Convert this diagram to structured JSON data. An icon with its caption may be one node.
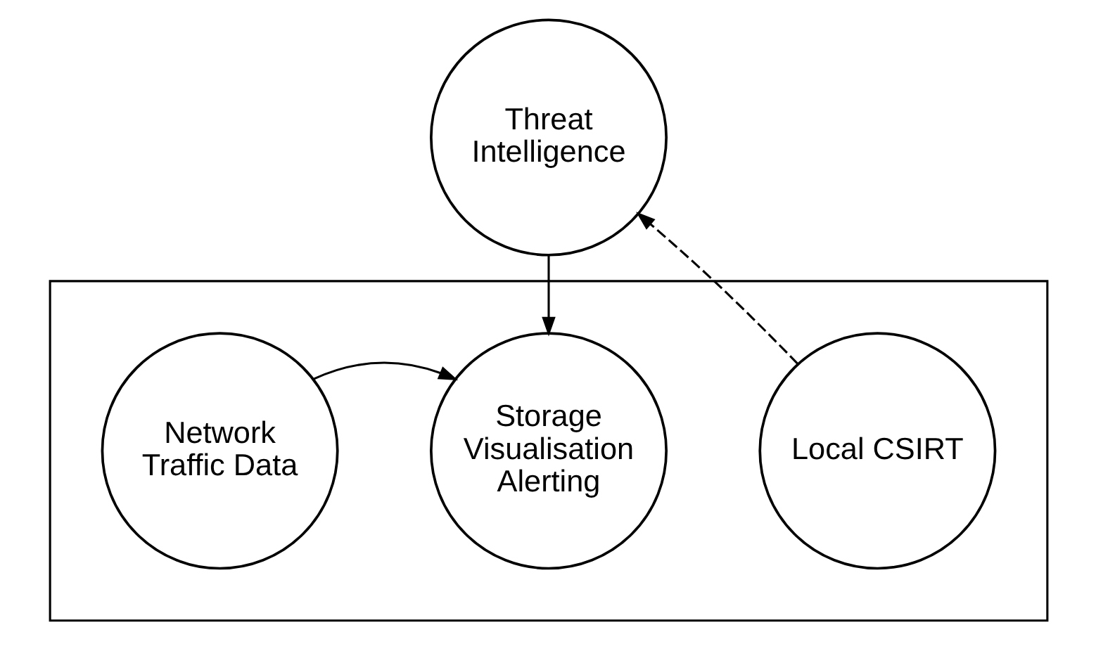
{
  "diagram": {
    "nodes": [
      {
        "text": [
          "Threat Intelligence"
        ]
      },
      {
        "text": [],
        "shape": "box"
      },
      {
        "text": [
          "Network Traffic Data"
        ],
        "in": 1
      },
      {
        "text": [
          "Storage Visualisation Alerting"
        ],
        "in": 1
      },
      {
        "text": [
          "Local CSIRT"
        ],
        "in": 1
      }
    ],
    "edges": [
      {
        "from": 0,
        "to": 3,
        "arrow": "to"
      },
      {
        "from": 2,
        "to": 3,
        "arrow": "to"
      },
      {
        "from": 4,
        "to": 0,
        "arrow": "to",
        "style": "dashed"
      }
    ]
  }
}
